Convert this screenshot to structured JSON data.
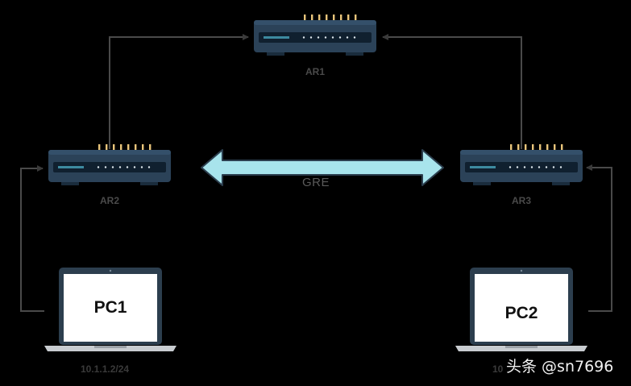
{
  "routers": {
    "ar1": "AR1",
    "ar2": "AR2",
    "ar3": "AR3"
  },
  "link": {
    "gre": "GRE"
  },
  "pcs": {
    "pc1": "PC1",
    "pc2": "PC2",
    "pc1_ip": "10.1.1.2/24",
    "pc2_ip": "10"
  },
  "watermark": "头条 @sn7696",
  "colors": {
    "router_body": "#2b4258",
    "router_panel": "#10202f",
    "router_led": "#e8c47a",
    "arrow_fill": "#a8e4ec",
    "arrow_stroke": "#2c3e4e",
    "line": "#4a4a4a",
    "screen": "#ffffff"
  }
}
